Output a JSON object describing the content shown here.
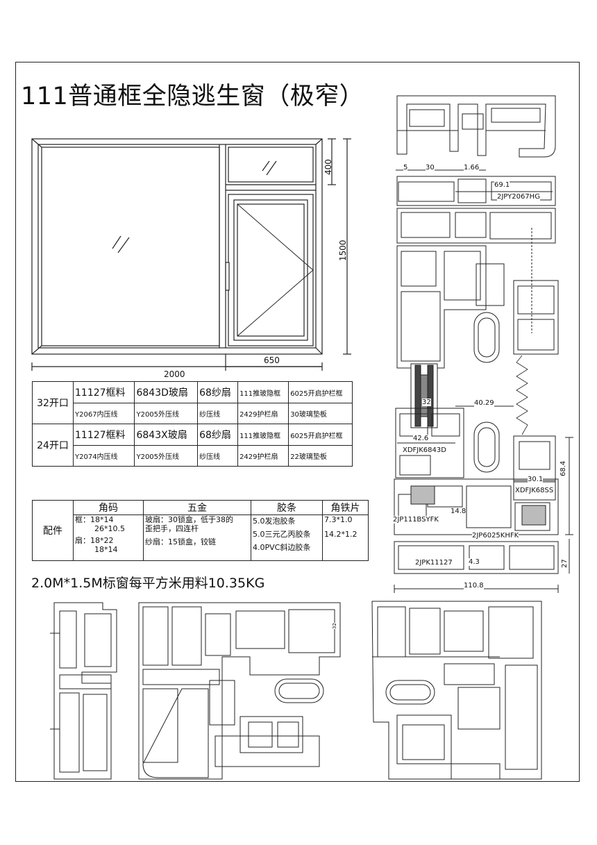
{
  "title": "111普通框全隐逃生窗（极窄）",
  "window_drawing": {
    "width_label": "2000",
    "height_label": "1500",
    "transom_label": "400",
    "sash_width_label": "650"
  },
  "spec_table": {
    "rows": [
      {
        "label": "32开口",
        "top": [
          "11127框料",
          "6843D玻扇",
          "68纱扇",
          "111推玻隐框",
          "6025开启护栏框"
        ],
        "bottom": [
          "Y2067内压线",
          "Y2005外压线",
          "纱压线",
          "2429护栏扇",
          "30玻璃垫板"
        ]
      },
      {
        "label": "24开口",
        "top": [
          "11127框料",
          "6843X玻扇",
          "68纱扇",
          "111推玻隐框",
          "6025开启护栏框"
        ],
        "bottom": [
          "Y2074内压线",
          "Y2005外压线",
          "纱压线",
          "2429护栏扇",
          "22玻璃垫板"
        ]
      }
    ]
  },
  "accessories": {
    "label": "配件",
    "headers": [
      "角码",
      "五金",
      "胶条",
      "角铁片"
    ],
    "corner_code": [
      "框：18*14",
      "26*10.5",
      "扇：18*22",
      "18*14"
    ],
    "hardware": [
      "玻扇：30锁盒，低于38的",
      "歪把手，四连杆",
      "纱扇：15锁盒，铰链"
    ],
    "gaskets": [
      "5.0发泡胶条",
      "5.0三元乙丙胶条",
      "4.0PVC斜边胶条"
    ],
    "angle_iron": [
      "7.3*1.0",
      "14.2*1.2"
    ]
  },
  "summary": "2.0M*1.5M标窗每平方米用料10.35KG",
  "section_labels": {
    "d5": "5",
    "d30": "30",
    "d166": "1.66",
    "d691": "69.1",
    "p2067": "2JPY2067HG",
    "d32": "32",
    "d4029": "40.29",
    "d426": "42.6",
    "p6843": "XDFJK6843D",
    "d30b": "30.1",
    "p68ss": "XDFJK68SS",
    "d684": "68.4",
    "p111": "2JP111BSYFK",
    "d148": "14.8",
    "p6025": "2JP6025KHFK",
    "p11127": "2JPK11127",
    "d43": "4.3",
    "d27": "27",
    "d1108": "110.8",
    "d32b": "32"
  },
  "colors": {
    "line": "#222222",
    "glass": "#555555",
    "accent": "#000000"
  }
}
